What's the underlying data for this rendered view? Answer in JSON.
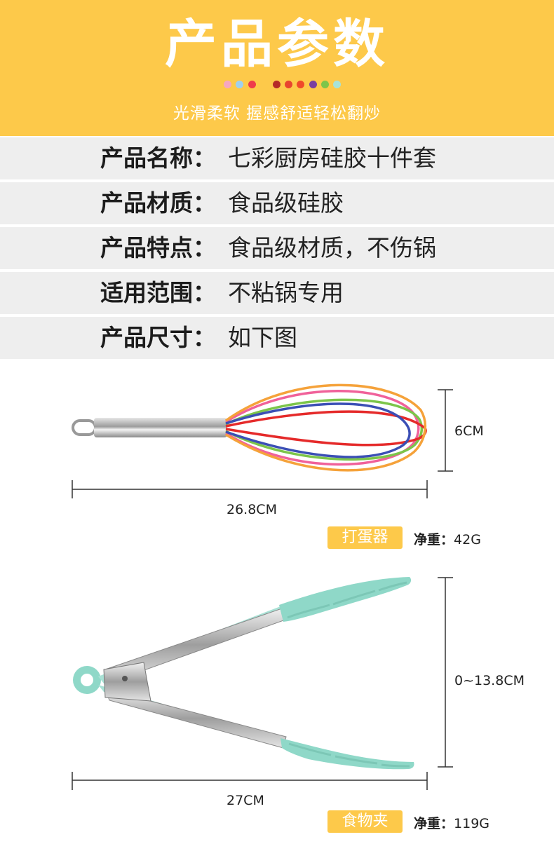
{
  "header": {
    "title": "产品参数",
    "subtitle": "光滑柔软 握感舒适轻松翻炒",
    "dot_colors": [
      "#f6a6c1",
      "#9fd0ef",
      "#ef3b4b",
      "#b52b28",
      "#e8432f",
      "#f0492a",
      "#7b3fa0",
      "#7cc54a",
      "#a8e3d8"
    ]
  },
  "specs": [
    {
      "label": "产品名称：",
      "value": "七彩厨房硅胶十件套"
    },
    {
      "label": "产品材质：",
      "value": "食品级硅胶"
    },
    {
      "label": "产品特点：",
      "value": "食品级材质，不伤锅"
    },
    {
      "label": "适用范围：",
      "value": "不粘锅专用"
    },
    {
      "label": "产品尺寸：",
      "value": "如下图"
    }
  ],
  "products": [
    {
      "name": "打蛋器",
      "weight_label": "净重：",
      "weight_value": "42G",
      "length": "26.8CM",
      "height": "6CM",
      "icon": "whisk-icon"
    },
    {
      "name": "食物夹",
      "weight_label": "净重：",
      "weight_value": "119G",
      "length": "27CM",
      "height": "0~13.8CM",
      "icon": "tongs-icon"
    }
  ],
  "colors": {
    "accent": "#fdc94a",
    "row_bg": "#eeeeee",
    "mint": "#8fd8c8"
  }
}
